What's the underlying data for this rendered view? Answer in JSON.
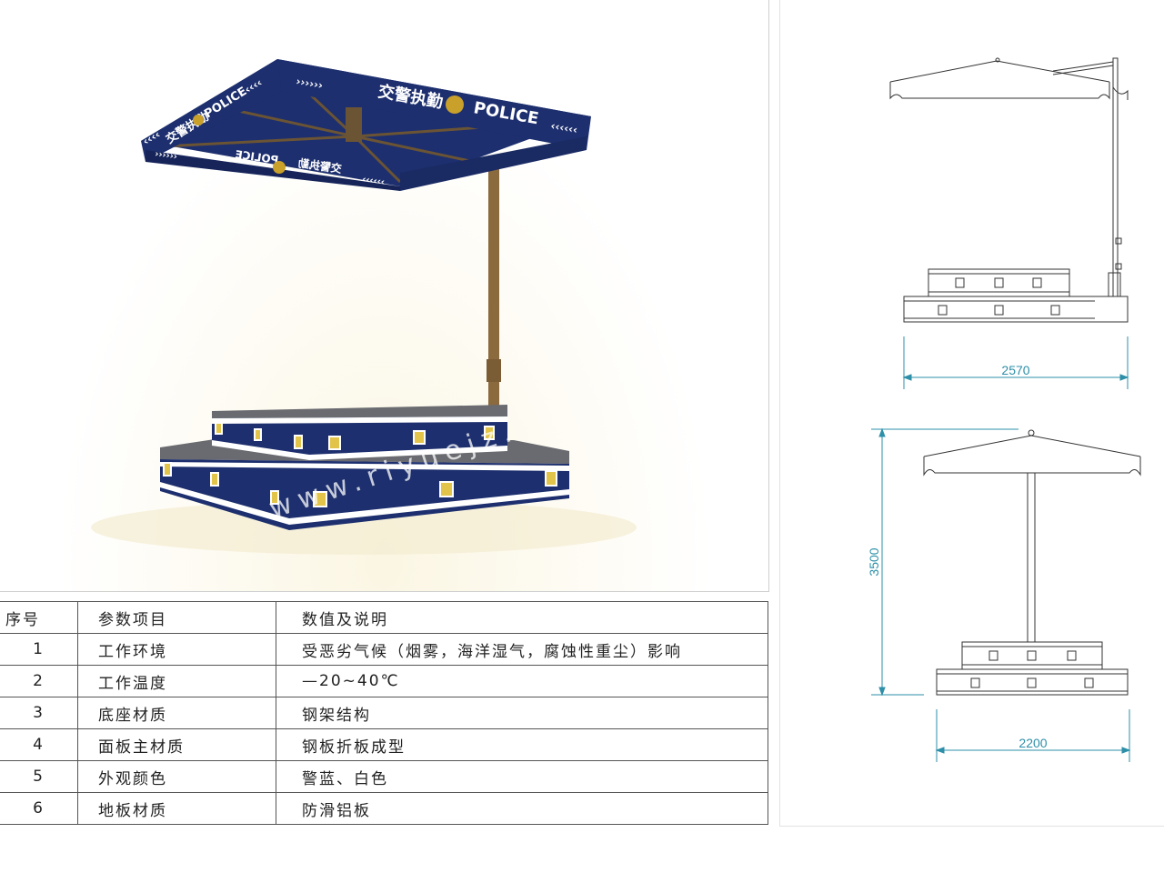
{
  "render": {
    "canopy_text_front": "交警执勤",
    "canopy_police_front": "POLICE",
    "canopy_text_left": "交警执勤",
    "canopy_police_left": "POLICE",
    "canopy_text_back": "交警执勤",
    "canopy_police_back": "POLICE",
    "watermark": "www.riyuejz.",
    "colors": {
      "navy": "#1d2f6e",
      "white": "#ffffff",
      "pole": "#8b6a3e",
      "plate": "#5f6065",
      "window": "#e2c44a"
    }
  },
  "drawing": {
    "top_width_label": "2570",
    "bottom_width_label": "2200",
    "height_label": "3500",
    "dim_color": "#2d8fa8"
  },
  "table": {
    "headers": [
      "序号",
      "参数项目",
      "数值及说明"
    ],
    "rows": [
      [
        "1",
        "工作环境",
        "受恶劣气候（烟雾，海洋湿气，腐蚀性重尘）影响"
      ],
      [
        "2",
        "工作温度",
        "—20~40℃"
      ],
      [
        "3",
        "底座材质",
        "钢架结构"
      ],
      [
        "4",
        "面板主材质",
        "钢板折板成型"
      ],
      [
        "5",
        "外观颜色",
        "警蓝、白色"
      ],
      [
        "6",
        "地板材质",
        "防滑铝板"
      ]
    ]
  }
}
